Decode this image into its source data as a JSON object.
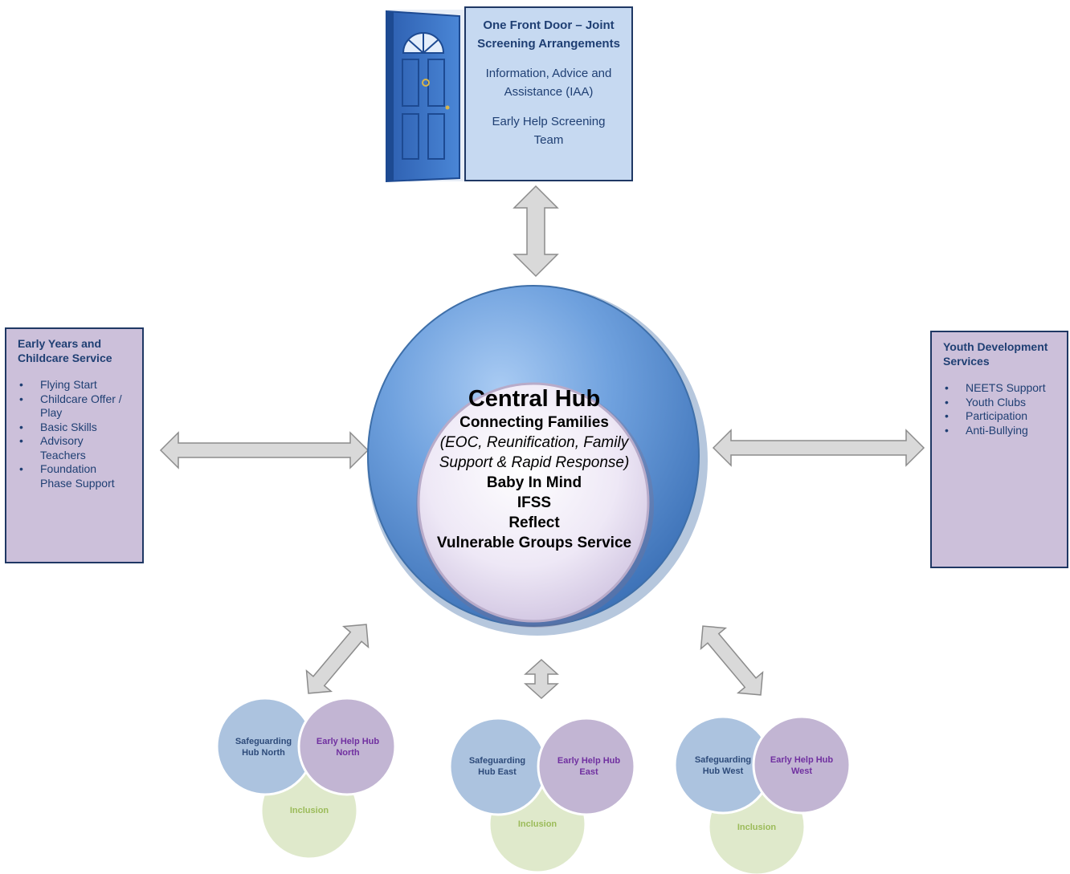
{
  "front_door": {
    "title": "One Front Door – Joint Screening Arrangements",
    "line1": "Information, Advice and Assistance (IAA)",
    "line2": "Early Help Screening Team"
  },
  "central_hub": {
    "title": "Central Hub",
    "connecting": "Connecting Families",
    "connecting_detail": "(EOC, Reunification, Family Support & Rapid Response)",
    "item1": "Baby In Mind",
    "item2": "IFSS",
    "item3": "Reflect",
    "item4": "Vulnerable Groups Service"
  },
  "left_box": {
    "title": "Early Years and Childcare Service",
    "items": [
      "Flying Start",
      "Childcare Offer / Play",
      "Basic Skills",
      "Advisory Teachers",
      "Foundation Phase Support"
    ]
  },
  "right_box": {
    "title": "Youth Development Services",
    "items": [
      "NEETS Support",
      "Youth Clubs",
      "Participation",
      "Anti-Bullying"
    ]
  },
  "hubs": [
    {
      "safeguarding": "Safeguarding Hub North",
      "early_help": "Early Help Hub North",
      "inclusion": "Inclusion"
    },
    {
      "safeguarding": "Safeguarding Hub East",
      "early_help": "Early Help Hub East",
      "inclusion": "Inclusion"
    },
    {
      "safeguarding": "Safeguarding Hub West",
      "early_help": "Early Help Hub West",
      "inclusion": "Inclusion"
    }
  ],
  "colors": {
    "box_blue": "#c6d9f1",
    "box_purple": "#ccc0da",
    "border": "#1f3864",
    "text_blue": "#1f3f73",
    "hub_blue": "#5b8fd0",
    "hub_inner": "#e7e0f2",
    "safeguarding": "#95b3d7",
    "early_help": "#b2a1c7",
    "inclusion": "#d7e4bd",
    "arrow": "#d9d9d9"
  },
  "icons": [
    "door-icon"
  ]
}
